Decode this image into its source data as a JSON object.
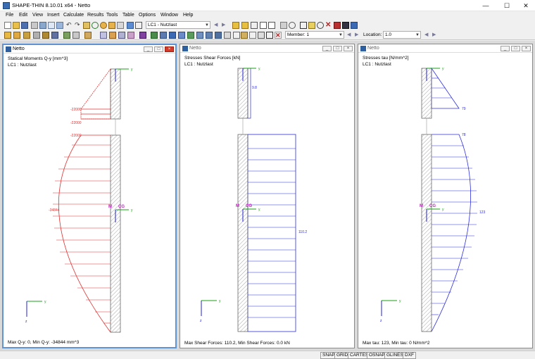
{
  "app": {
    "title": "SHAPE-THIN 8.10.01 x64 - Netto"
  },
  "menu": [
    "File",
    "Edit",
    "View",
    "Insert",
    "Calculate",
    "Results",
    "Tools",
    "Table",
    "Options",
    "Window",
    "Help"
  ],
  "toolbar": {
    "loadcase": "LC1 - Nutzlast",
    "member_label": "Member: 1",
    "location_label": "Location:",
    "location_value": "1.0"
  },
  "windows": [
    {
      "title": "Netto",
      "plot_title": "Statical Moments Q-y [mm^3]",
      "loadcase": "LC1 : Nutzlast",
      "footer": "Max Q-y: 0, Min Q-y: -34844 mm^3",
      "labels": {
        "top1": "-22000",
        "top2": "-22000",
        "top3": "-22000",
        "mid": "-34844"
      },
      "color": "#e03030"
    },
    {
      "title": "Netto",
      "plot_title": "Stresses Shear Forces [kN]",
      "loadcase": "LC1 : Nutzlast",
      "footer": "Max Shear Forces: 110.2, Min Shear Forces: 0.0 kN",
      "labels": {
        "top": "9.8",
        "mid": "110.2"
      },
      "color": "#2d2de0"
    },
    {
      "title": "Netto",
      "plot_title": "Stresses tau [N/mm^2]",
      "loadcase": "LC1 : Nutzlast",
      "footer": "Max tau: 123, Min tau: 0 N/mm^2",
      "labels": {
        "top1": "79",
        "top2": "78",
        "mid": "123"
      },
      "color": "#2d2de0"
    }
  ],
  "axes": {
    "y": "y",
    "z": "z",
    "m": "M",
    "cg": "CG"
  },
  "status": [
    "SNAP",
    "GRID",
    "CARTES",
    "OSNAP",
    "GLINES",
    "DXF"
  ],
  "icons": [
    "new-icon",
    "open-icon",
    "save-icon",
    "print-icon",
    "undo-icon",
    "redo-icon",
    "calculate-icon",
    "zoom-icon",
    "rotate-icon",
    "table-icon",
    "results-icon",
    "view-icon"
  ]
}
